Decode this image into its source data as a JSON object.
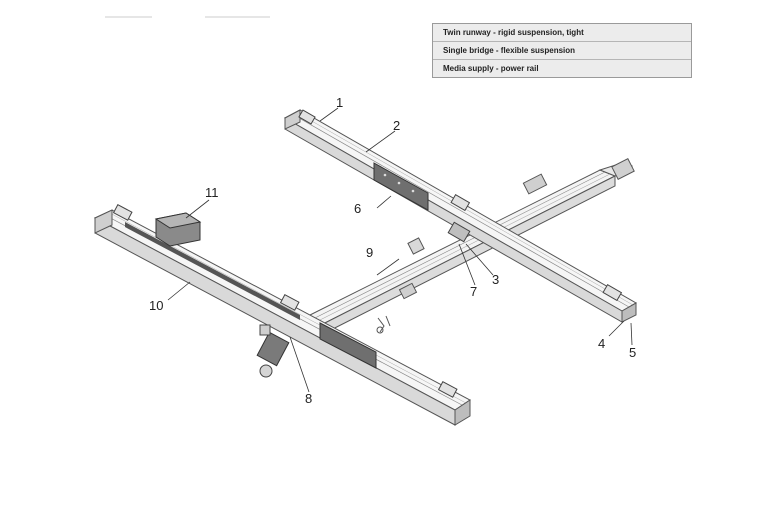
{
  "legend": {
    "rows": [
      "Twin runway - rigid suspension, tight",
      "Single bridge - flexible suspension",
      "Media supply - power rail"
    ]
  },
  "callouts": [
    "1",
    "2",
    "3",
    "4",
    "5",
    "6",
    "7",
    "8",
    "9",
    "10",
    "11"
  ],
  "colors": {
    "rail_fill": "#f1f1f1",
    "rail_stroke": "#555555",
    "plate": "#6f6f6f",
    "legend_bg": "#ececec"
  }
}
